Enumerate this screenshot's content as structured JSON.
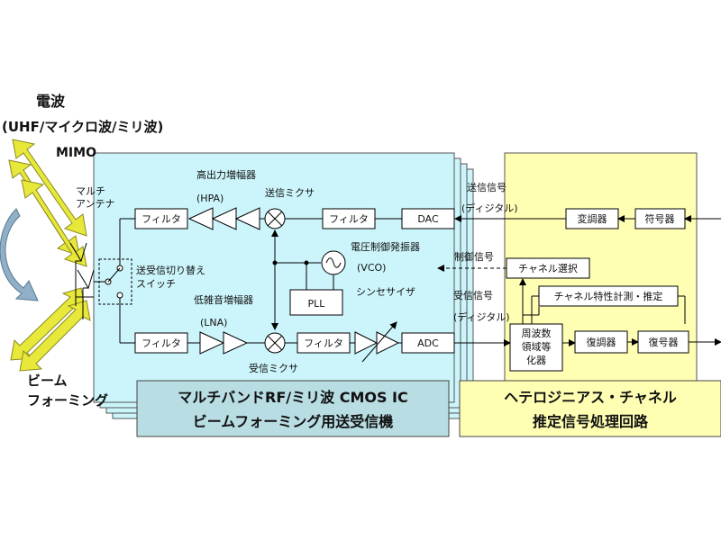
{
  "header": {
    "wave_title": "電波",
    "wave_sub": "(UHF/マイクロ波/ミリ波)",
    "mimo": "MIMO"
  },
  "left": {
    "antenna": "マルチ\nアンテナ",
    "beamforming": "ビーム\nフォーミング"
  },
  "rf": {
    "switch_label": "送受信切り替え\nスイッチ",
    "filter": "フィルタ",
    "hpa_label": "高出力増幅器",
    "hpa_abbr": "(HPA)",
    "tx_mixer": "送信ミクサ",
    "dac": "DAC",
    "vco_label": "電圧制御発振器",
    "vco_abbr": "(VCO)",
    "pll": "PLL",
    "synth": "シンセサイザ",
    "lna_label": "低雑音増幅器",
    "lna_abbr": "(LNA)",
    "rx_mixer": "受信ミクサ",
    "adc": "ADC",
    "caption_line1": "マルチバンドRF/ミリ波 CMOS IC",
    "caption_line2": "ビームフォーミング用送受信機"
  },
  "signals": {
    "tx_signal": "送信信号",
    "tx_digital": "(ディジタル)",
    "control": "制御信号",
    "rx_signal": "受信信号",
    "rx_digital": "(ディジタル)"
  },
  "dsp": {
    "modulator": "変調器",
    "encoder": "符号器",
    "channel_select": "チャネル選択",
    "channel_estimate": "チャネル特性計測・推定",
    "equalizer": "周波数\n領域等\n化器",
    "demodulator": "復調器",
    "decoder": "復号器",
    "caption_line1": "ヘテロジニアス・チャネル",
    "caption_line2": "推定信号処理回路"
  },
  "colors": {
    "rf_fill": "#ccf5fb",
    "dsp_fill": "#ffffb3",
    "caption_rf": "#b8dde3",
    "arrow": "#e8e83a"
  }
}
